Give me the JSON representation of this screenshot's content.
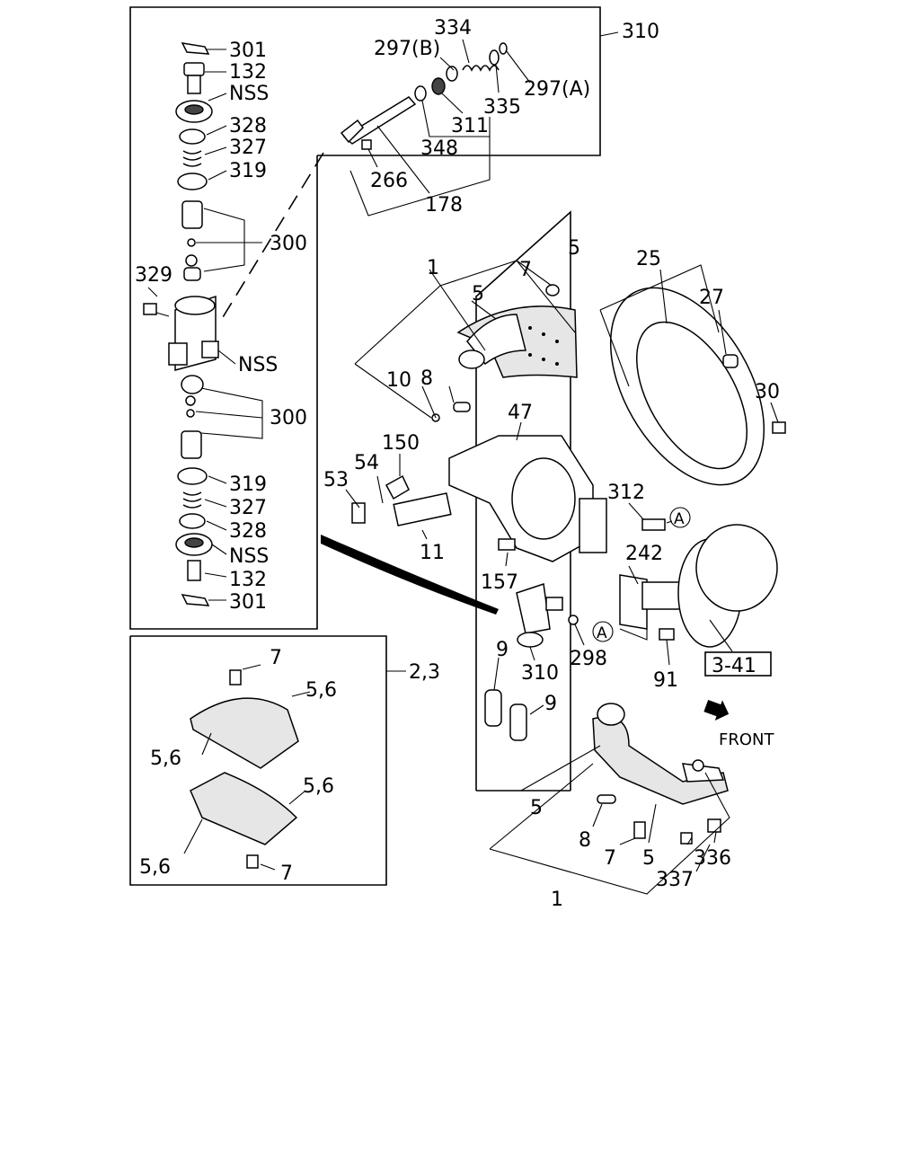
{
  "callouts": {
    "c301a": "301",
    "c132a": "132",
    "cNSSa": "NSS",
    "c328a": "328",
    "c327a": "327",
    "c319a": "319",
    "c300a": "300",
    "c329": "329",
    "cNSSb": "NSS",
    "c300b": "300",
    "c319b": "319",
    "c327b": "327",
    "c328b": "328",
    "cNSSc": "NSS",
    "c132b": "132",
    "c301b": "301",
    "c334": "334",
    "c297b": "297(B)",
    "c310top": "310",
    "c297a": "297(A)",
    "c335": "335",
    "c311": "311",
    "c348": "348",
    "c266": "266",
    "c178": "178",
    "c1top": "1",
    "c7top": "7",
    "c5top": "5",
    "c5mid": "5",
    "c10": "10",
    "c8top": "8",
    "c25": "25",
    "c27": "27",
    "c30": "30",
    "c47": "47",
    "c150": "150",
    "c54": "54",
    "c53": "53",
    "c11": "11",
    "c157": "157",
    "c312": "312",
    "cA1": "A",
    "c242": "242",
    "c310b": "310",
    "c298": "298",
    "cA2": "A",
    "c91": "91",
    "c341": "3-41",
    "c9a": "9",
    "c9b": "9",
    "cfront": "FRONT",
    "c5bot": "5",
    "c8bot": "8",
    "c7bot": "7",
    "c5bot2": "5",
    "c336": "336",
    "c337": "337",
    "c1bot": "1",
    "c7box": "7",
    "c23": "2,3",
    "c56a": "5,6",
    "c56b": "5,6",
    "c56c": "5,6",
    "c56d": "5,6",
    "c7box2": "7"
  },
  "icons": {
    "front_arrow": "front-direction-arrow-icon",
    "reference_circle": "circled-letter-icon"
  }
}
